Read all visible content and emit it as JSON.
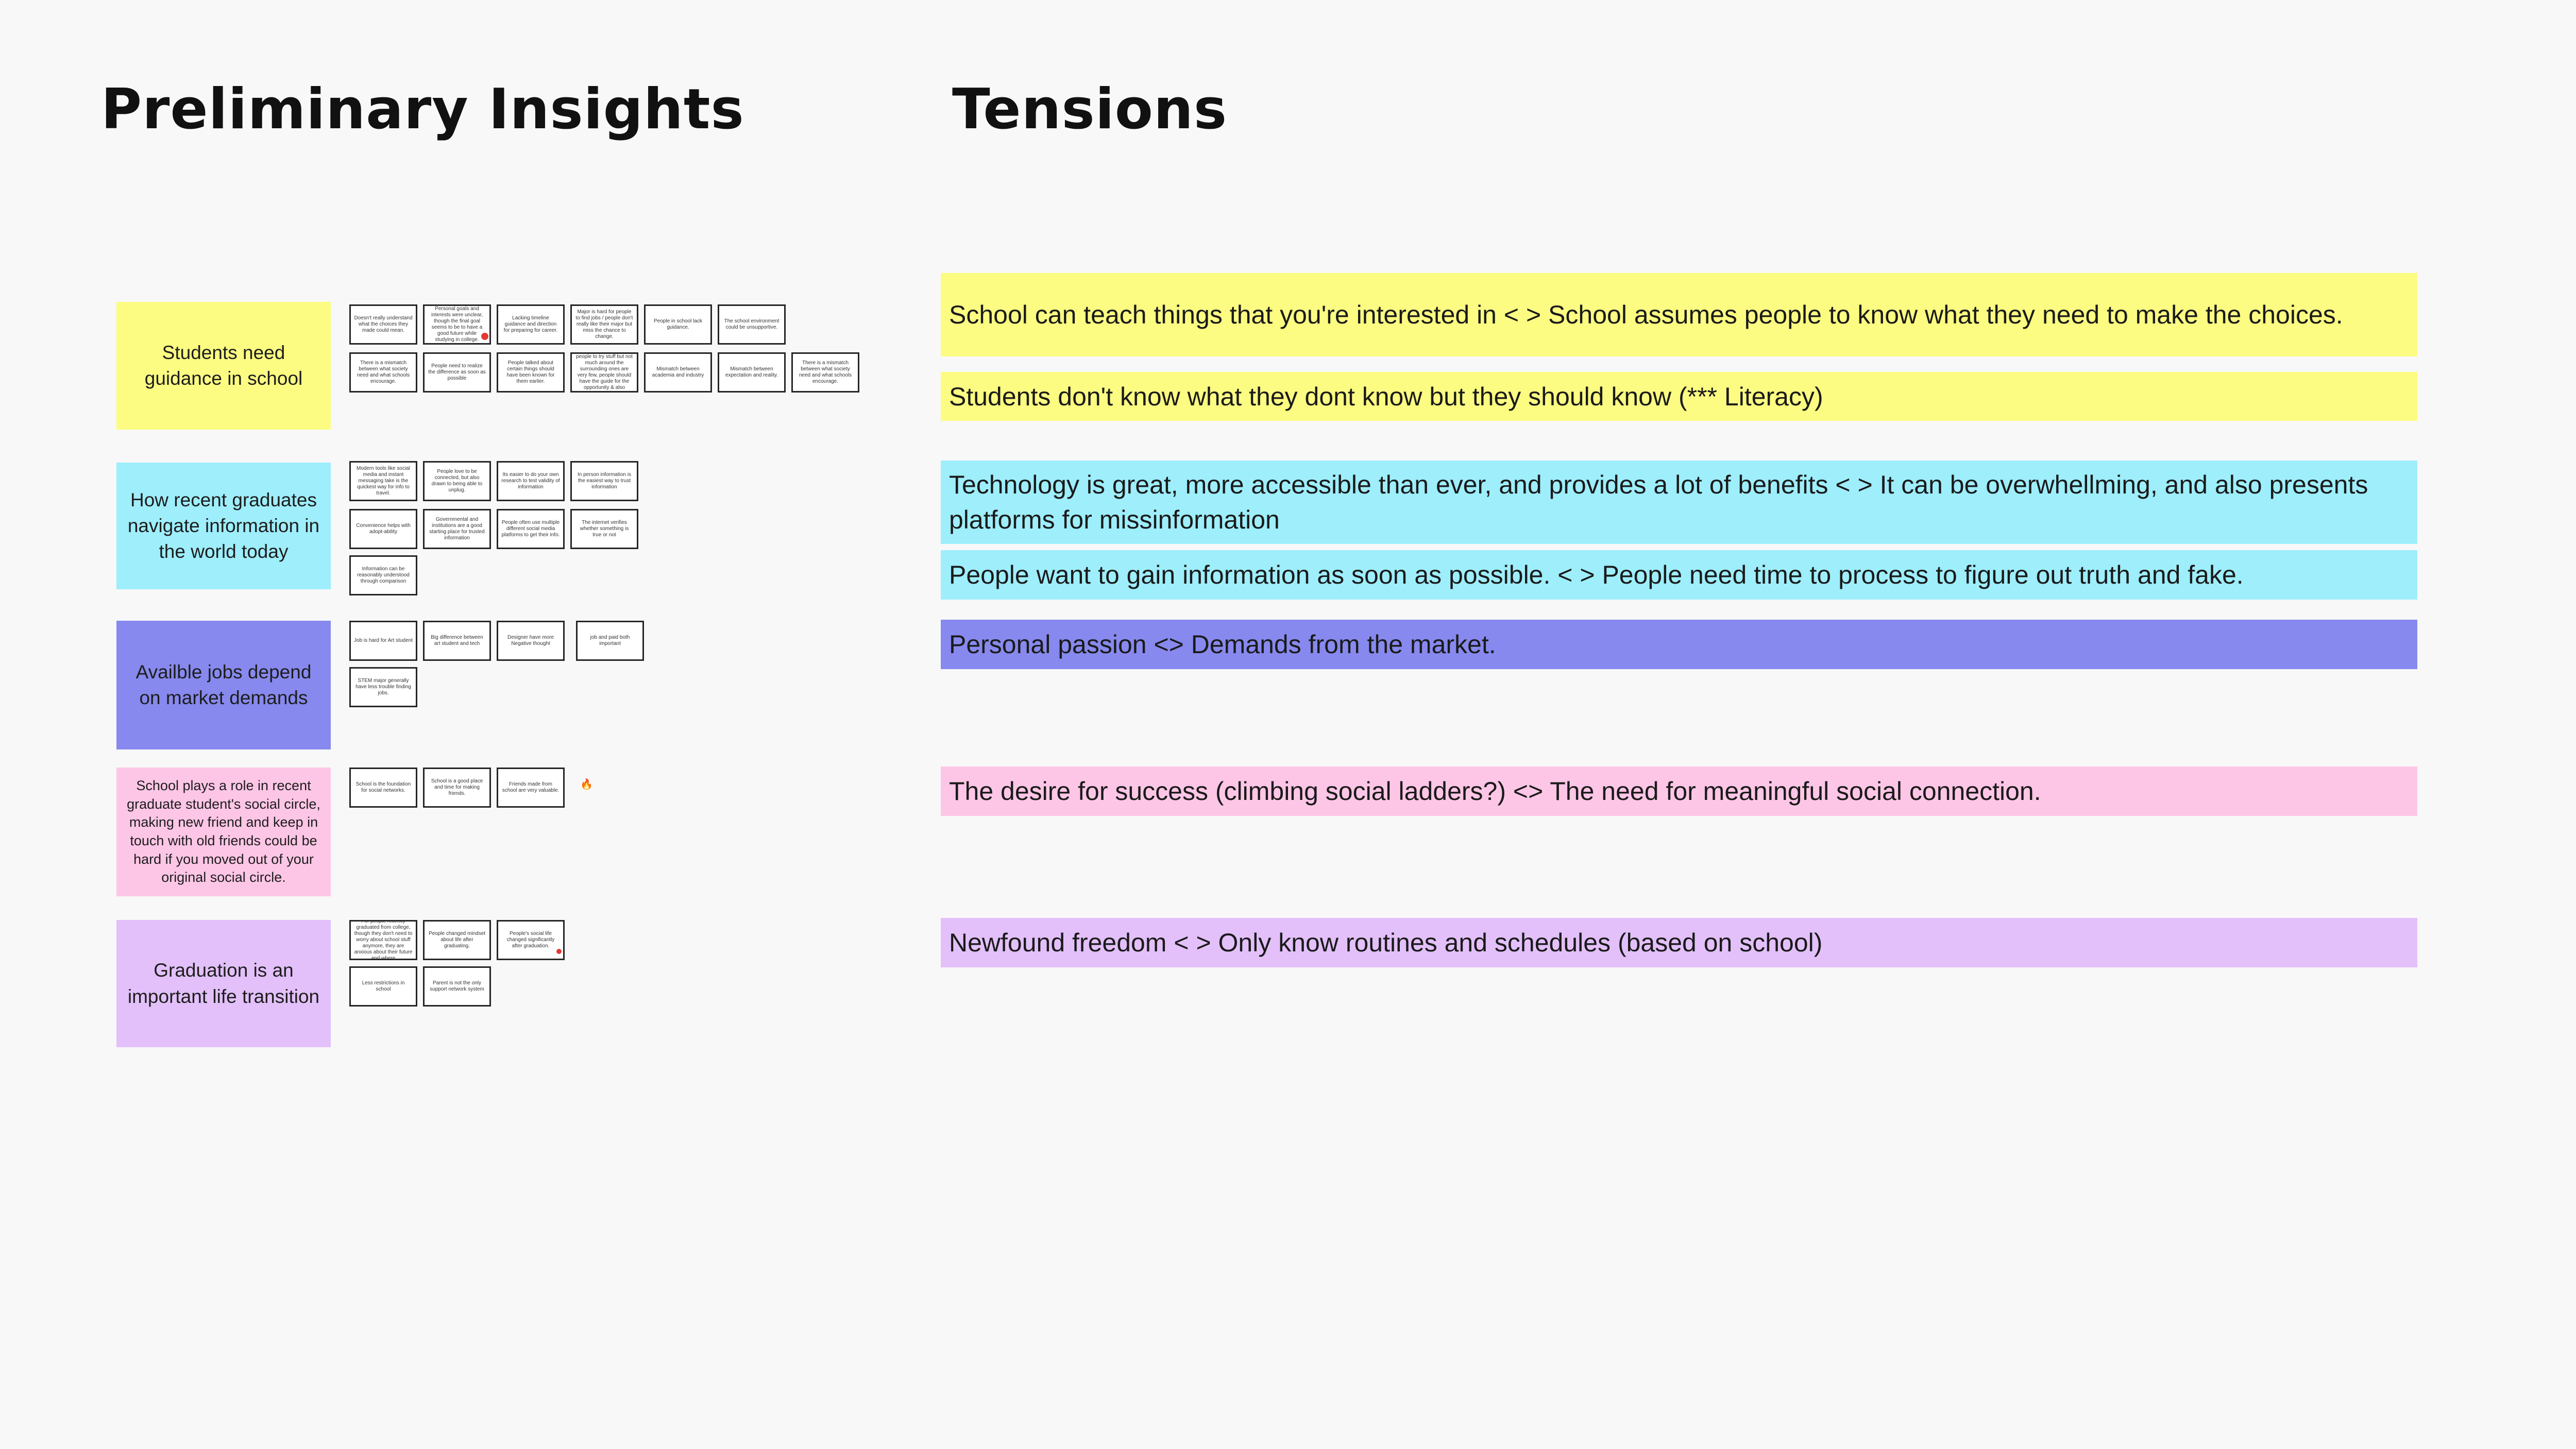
{
  "headings": {
    "insights": "Preliminary Insights",
    "tensions": "Tensions"
  },
  "colors": {
    "yellow": "#fcfc82",
    "cyan": "#9eeefc",
    "indigo": "#8789ee",
    "pink": "#fec6e6",
    "lilac": "#e3c0fa",
    "background": "#f8f8f8"
  },
  "insights": [
    "Students need guidance in school",
    "How recent graduates navigate information in the world today",
    "Availble jobs depend on market demands",
    "School plays a role in recent graduate student's social circle, making new friend and keep in touch with old friends could be hard if you moved out of your original social circle.",
    "Graduation is an important life transition"
  ],
  "clusters": [
    {
      "notes": [
        "Doesn't really understand what the choices they made could mean.",
        "Personal goals and interests were unclear, though the final goal seems to be to have a good future while studying in college.",
        "Lacking timeline guidance and direction for preparing for career.",
        "Major is hard for people to find jobs / people don't really like their major but miss the chance to change.",
        "People in school lack guidance.",
        "The school environment could be unsupportive.",
        "There is a mismatch between what society need and what schools encourage.",
        "People need to realize the difference as soon as possible",
        "People talked about certain things should have been known for them earlier.",
        "School is a place for people to try stuff but not much around the surrounding ones are very few, people should have the guide for the opportunity & also pressure.",
        "Mismatch between academia and industry",
        "Mismatch between expectation and reality.",
        "There is a mismatch between what society need and what schools encourage."
      ]
    },
    {
      "notes": [
        "Modern tools like social media and instant messaging take is the quickest way for info to travel.",
        "People love to be connected, but also drawn to being able to unplug.",
        "Its easier to do your own research to test validity of information",
        "In person information is the easiest way to trust information",
        "Convenience helps with adopt-ability",
        "Governmental and institutions are a good starting place for trusted information",
        "People often use multiple different social media platforms to get their info.",
        "The internet verifies whether something is true or not",
        "Information can be reasonably understood through comparison"
      ]
    },
    {
      "notes": [
        "Job is hard for Art student",
        "Big difference between art student and tech",
        "Designer have more Negative thought",
        "job and paid both important",
        "STEM major generally have less trouble finding jobs."
      ]
    },
    {
      "notes": [
        "School is the foundation for social networks.",
        "School is a good place and time for making friends.",
        "Friends made from school are very valuable."
      ]
    },
    {
      "notes": [
        "For people recently graduated from college, though they don't need to worry about school stuff anymore, they are anxious about their future and where",
        "People changed mindset about life after graduating.",
        "People's social life changed significantly after graduation.",
        "Less restrictions in school",
        "Parent is not the only support network system"
      ]
    }
  ],
  "reactions": {
    "flame": "🔥"
  },
  "tensions": [
    "School can teach things that you're interested in <  > School assumes people to know what they need to make the choices.",
    "Students don't know what they dont know but they should know (*** Literacy)",
    "Technology is great, more accessible than ever, and provides a lot of benefits < > It can be overwhellming, and also presents platforms for missinformation",
    "People want to gain information as soon as possible. < >  People need time to process to figure out truth and fake.",
    "Personal passion <> Demands from the market.",
    "The desire for success (climbing social ladders?) <> The need for meaningful social connection.",
    "Newfound freedom < > Only know routines and schedules (based on school)"
  ]
}
